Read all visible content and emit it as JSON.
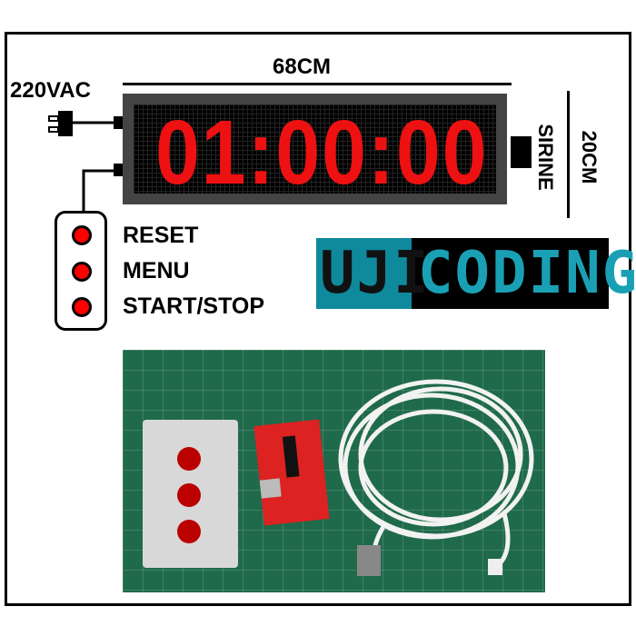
{
  "diagram": {
    "width_label": "68CM",
    "power_label": "220VAC",
    "display_time": "01:00:00",
    "siren_label": "SIRINE",
    "height_label": "20CM",
    "buttons": [
      {
        "label": "RESET"
      },
      {
        "label": "MENU"
      },
      {
        "label": "START/STOP"
      }
    ],
    "colors": {
      "digits": "#ee1111",
      "button": "#ff0000",
      "logo_teal": "#0e8a9c"
    }
  },
  "logo": {
    "part1": "UJI",
    "part2": "CODING"
  }
}
